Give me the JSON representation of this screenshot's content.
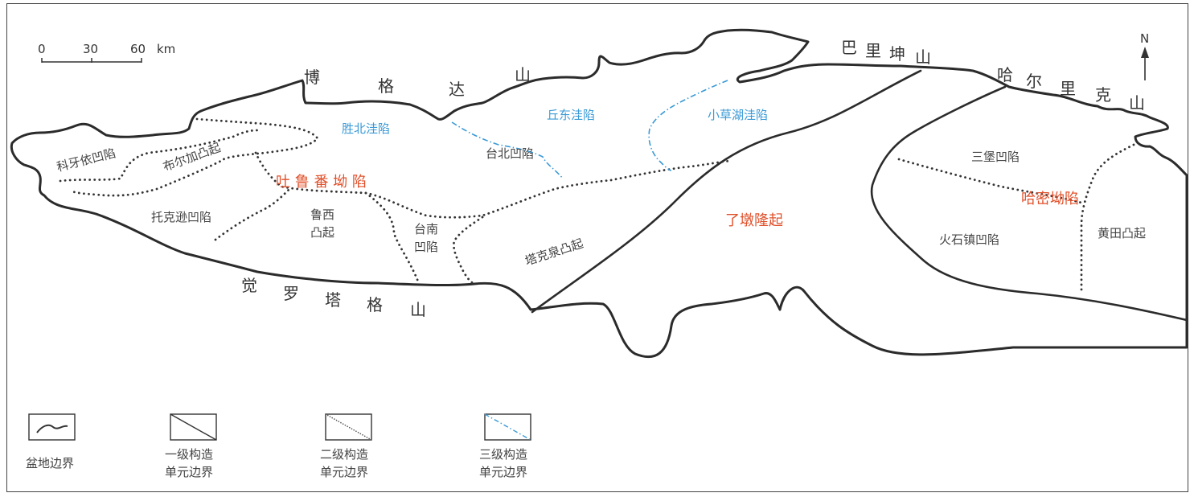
{
  "scale": {
    "ticks": [
      "0",
      "30",
      "60"
    ],
    "unit": "km"
  },
  "north": "N",
  "mountains": {
    "bogeda": [
      "博",
      "格",
      "达",
      "山"
    ],
    "balikun": [
      "巴",
      "里",
      "坤",
      "山"
    ],
    "haerlike": [
      "哈",
      "尔",
      "里",
      "克",
      "山"
    ],
    "jueluotage": [
      "觉",
      "罗",
      "塔",
      "格",
      "山"
    ]
  },
  "depressions_primary": {
    "turpan": "吐 鲁 番 坳 陷",
    "liaodun": "了墩隆起",
    "hami": "哈密坳陷"
  },
  "units_secondary": {
    "keyayi": "科牙依凹陷",
    "buerjia": "布尔加凸起",
    "tuokexun": "托克逊凹陷",
    "luxi": [
      "鲁西",
      "凸起"
    ],
    "tainan": [
      "台南",
      "凹陷"
    ],
    "taibei": "台北凹陷",
    "takequan": "塔克泉凸起",
    "sanpu": "三堡凹陷",
    "huoshizhen": "火石镇凹陷",
    "huangtian": "黄田凸起"
  },
  "units_tertiary": {
    "shengbei": "胜北洼陷",
    "qiudong": "丘东洼陷",
    "xiaocaohu": "小草湖洼陷"
  },
  "legend": [
    {
      "lines": [
        "盆地边界"
      ]
    },
    {
      "lines": [
        "一级构造",
        "单元边界"
      ]
    },
    {
      "lines": [
        "二级构造",
        "单元边界"
      ]
    },
    {
      "lines": [
        "三级构造",
        "单元边界"
      ]
    }
  ],
  "colors": {
    "primary_label": "#e0502a",
    "tertiary_label": "#3a9ad6",
    "line": "#2b2b2b"
  }
}
